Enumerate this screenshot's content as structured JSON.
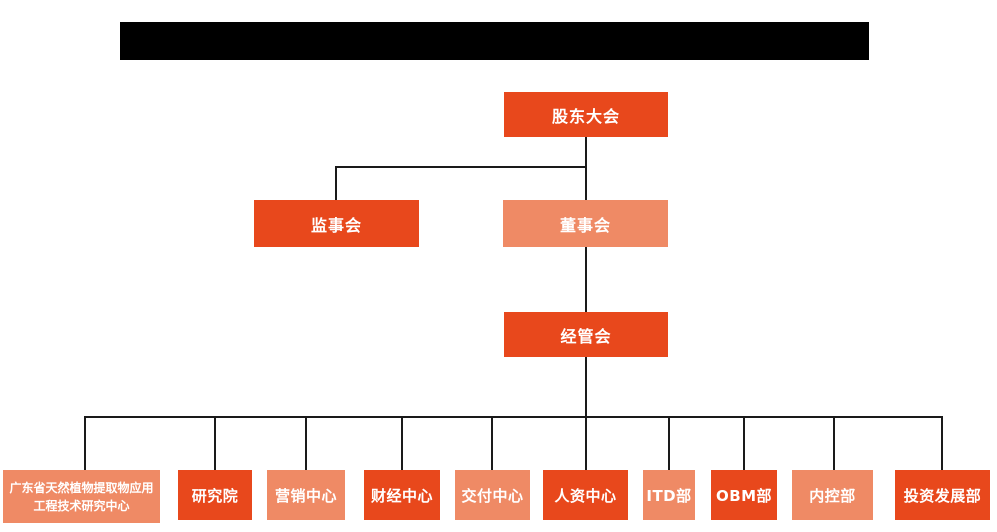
{
  "colors": {
    "primary": "#E8481C",
    "secondary": "#EF8A65",
    "line": "#1a1a1a",
    "redacted": "#000000",
    "background": "#ffffff"
  },
  "org_chart": {
    "shareholders": {
      "label": "股东大会"
    },
    "supervisory": {
      "label": "监事会"
    },
    "board": {
      "label": "董事会"
    },
    "management": {
      "label": "经管会"
    },
    "departments": [
      {
        "label": "广东省天然植物提取物应用工程技术研究中心"
      },
      {
        "label": "研究院"
      },
      {
        "label": "营销中心"
      },
      {
        "label": "财经中心"
      },
      {
        "label": "交付中心"
      },
      {
        "label": "人资中心"
      },
      {
        "label": "ITD部"
      },
      {
        "label": "OBM部"
      },
      {
        "label": "内控部"
      },
      {
        "label": "投资发展部"
      }
    ]
  }
}
